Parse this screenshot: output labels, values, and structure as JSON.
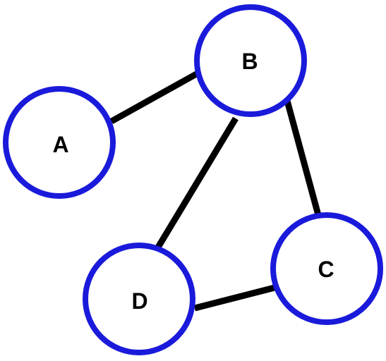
{
  "colors": {
    "node_stroke": "#1a1adb",
    "edge": "#000000",
    "background": "#ffffff"
  },
  "nodes": [
    {
      "id": "A",
      "label": "A"
    },
    {
      "id": "B",
      "label": "B"
    },
    {
      "id": "C",
      "label": "C"
    },
    {
      "id": "D",
      "label": "D"
    }
  ],
  "edges": [
    {
      "from": "A",
      "to": "B"
    },
    {
      "from": "B",
      "to": "D"
    },
    {
      "from": "B",
      "to": "C"
    },
    {
      "from": "D",
      "to": "C"
    }
  ]
}
